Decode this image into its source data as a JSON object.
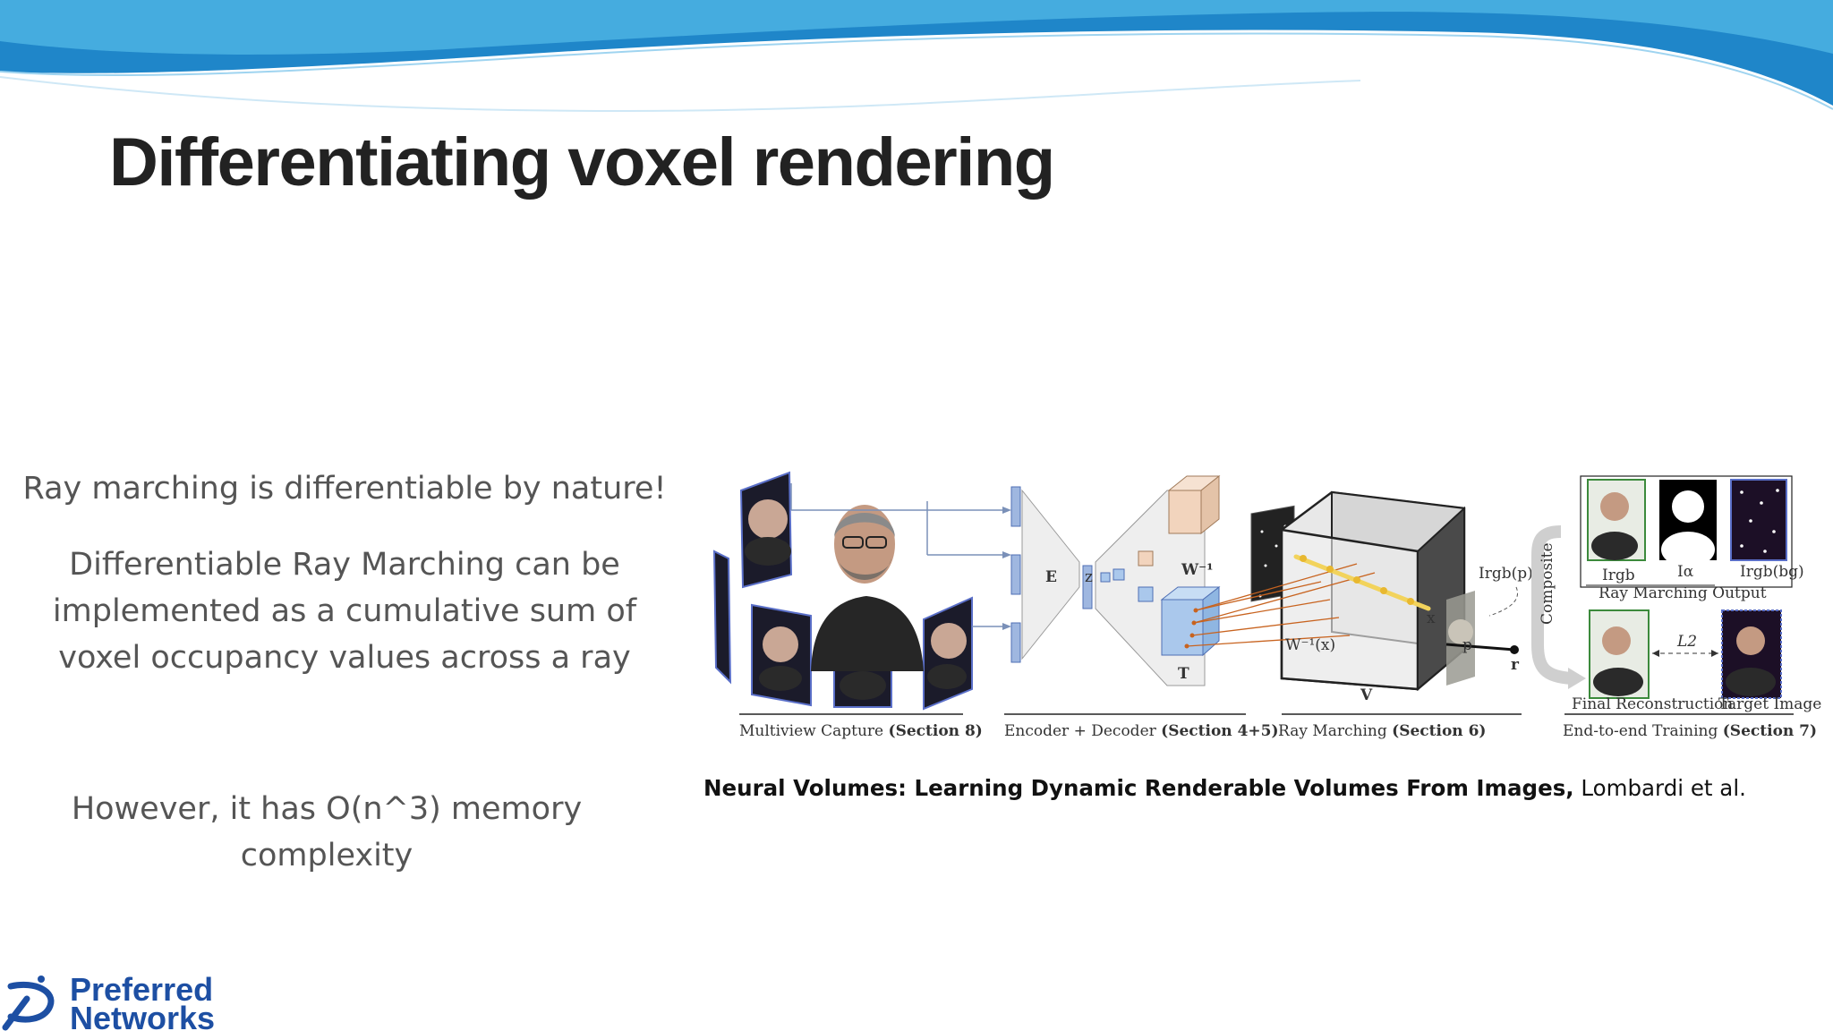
{
  "slide": {
    "title": "Differentiating voxel rendering",
    "points": [
      "Ray marching is differentiable by nature!",
      "Differentiable Ray Marching can be implemented as a cumulative sum of voxel occupancy values across a ray",
      "However, it has O(n^3) memory complexity"
    ]
  },
  "figure": {
    "sections": [
      {
        "name": "Multiview Capture",
        "ref": "(Section 8)"
      },
      {
        "name": "Encoder + Decoder",
        "ref": "(Section 4+5)"
      },
      {
        "name": "Ray Marching",
        "ref": "(Section 6)"
      },
      {
        "name": "End-to-end Training",
        "ref": "(Section 7)"
      }
    ],
    "symbols": {
      "encoder": "E",
      "latent": "z",
      "warp_inverse": "W⁻¹",
      "template": "T",
      "warp_field": "W⁻¹(x)",
      "volume": "V",
      "sample_point": "x",
      "pixel": "p",
      "ray": "r",
      "rgb_at_p": "Irgb(p)",
      "composite": "Composite",
      "i_rgb": "Irgb",
      "i_alpha": "Iα",
      "i_bg": "Irgb(bg)",
      "ray_marching_output": "Ray Marching Output",
      "loss": "L2",
      "final_reconstruction": "Final Reconstruction",
      "target_image": "Target Image"
    }
  },
  "citation": {
    "title": "Neural Volumes: Learning Dynamic Renderable Volumes From Images,",
    "authors": "Lombardi et al."
  },
  "logo": {
    "line1": "Preferred",
    "line2": "Networks"
  },
  "colors": {
    "wave_dark": "#1f86c9",
    "wave_light": "#53b8e6",
    "title": "#222222",
    "body_text": "#555555",
    "logo_blue": "#1d4fa3",
    "ray_orange": "#c8631f",
    "ray_yellow": "#f2d35c"
  }
}
